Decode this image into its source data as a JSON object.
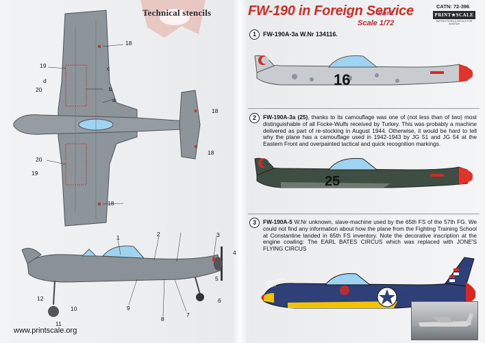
{
  "left_page": {
    "title": "Technical stencils",
    "website": "www.printscale.org",
    "top_callouts": [
      "18",
      "c",
      "19",
      "d",
      "20",
      "b",
      "a",
      "18",
      "18",
      "20",
      "19",
      "18"
    ],
    "side_callouts": [
      "1",
      "2",
      "3",
      "4",
      "5",
      "6",
      "7",
      "8",
      "9",
      "10",
      "11",
      "12"
    ]
  },
  "header": {
    "title": "FW-190 in Foreign Service",
    "part": "Part-2",
    "scale": "Scale 1/72",
    "catalog": "CATN: 72-396",
    "logo": "PRINT★SCALE",
    "logo_sub": "INSTRUCTIONS & DECALS FOR AVIATION"
  },
  "sections": [
    {
      "number": "1",
      "heading": "FW-190A-3a W.Nr 134116.",
      "text": "",
      "fuselage_number": "16"
    },
    {
      "number": "2",
      "heading": "FW-190A-3a (25)",
      "text": ", thanks to its camouflage was one of (not less than of two) most distinguishable of all Focke-Wulfs received by Turkey. This was probably a machine delivered as part of re-stocking in August 1944. Otherwise, it would be hard to tell why the plane has a camouflage used in 1942-1943 by JG 51 and JG 54 at the Eastern Front and overpainted tactical and quick recognition markings.",
      "fuselage_number": "25"
    },
    {
      "number": "3",
      "heading": "FW-190A-5",
      "text": " W.Nr unknown, slave-machine used by the 65th FS of the 57th FG. We could not find any information about how the plane from the Fighting Training School at Constantine landed in 65th FS inventory. Note the decorative inscription at the engine cowling: The EARL BATES CIRCUS which was replaced with JONE'S FLYING CIRCUS",
      "nose_art": "Jone's Flying Circus"
    }
  ],
  "colors": {
    "accent_red": "#d42a24",
    "rlm_grey": "#8f969c",
    "dark_green": "#3b4a3d",
    "usaaf_blue": "#2f3f78",
    "yellow": "#f2c400"
  }
}
